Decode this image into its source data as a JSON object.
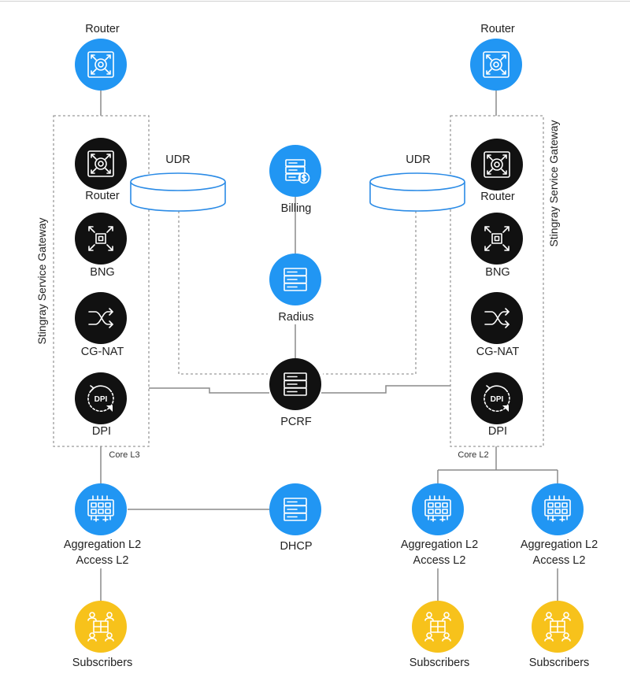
{
  "colors": {
    "blue": "#2196F3",
    "black": "#111111",
    "yellow": "#F7C21B",
    "wire": "#8a8a8a",
    "disk_outline": "#2b8be6"
  },
  "labels": {
    "router_left": "Router",
    "router_right": "Router",
    "gateway_left": "Stingray Service Gateway",
    "gateway_right": "Stingray Service Gateway",
    "gw_router_left": "Router",
    "gw_router_right": "Router",
    "bng_left": "BNG",
    "bng_right": "BNG",
    "cgnat_left": "CG-NAT",
    "cgnat_right": "CG-NAT",
    "dpi_left": "DPI",
    "dpi_right": "DPI",
    "udr_left": "UDR",
    "udr_right": "UDR",
    "billing": "Billing",
    "radius": "Radius",
    "pcrf": "PCRF",
    "dhcp": "DHCP",
    "core_left": "Core L3",
    "core_right": "Core L2",
    "agg_left_1": "Aggregation L2",
    "agg_left_2": "Access L2",
    "agg_mid_1": "Aggregation L2",
    "agg_mid_2": "Access L2",
    "agg_right_1": "Aggregation L2",
    "agg_right_2": "Access L2",
    "subs_left": "Subscribers",
    "subs_mid": "Subscribers",
    "subs_right": "Subscribers",
    "dpi_glyph": "DPI"
  },
  "icons": {
    "router": "router-icon",
    "bng": "bng-icon",
    "cgnat": "shuffle-icon",
    "dpi": "dpi-icon",
    "billing": "billing-server-icon",
    "server": "server-icon",
    "switch": "switch-icon",
    "subscribers": "subscribers-icon",
    "database": "database-icon"
  }
}
